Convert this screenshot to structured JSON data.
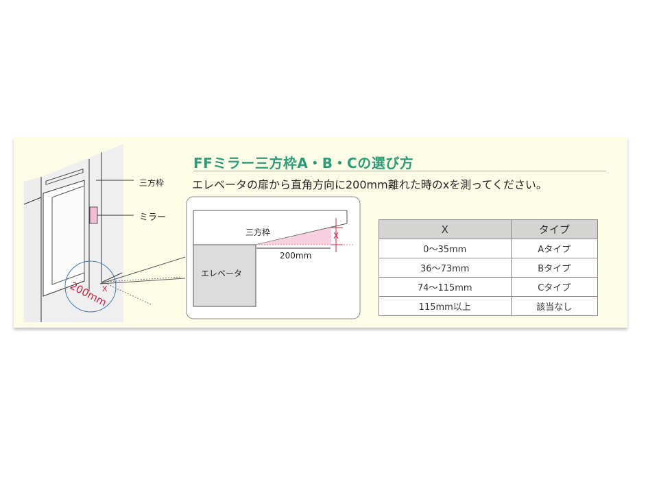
{
  "title": "FFミラー三方枠A・B・Cの選び方",
  "subtitle": "エレベータの扉から直角方向に200mm離れた時のxを測ってください。",
  "illustration": {
    "frame_label": "三方枠",
    "mirror_label": "ミラー",
    "distance_label": "200mm",
    "x_label": "X"
  },
  "detail": {
    "frame_label": "三方枠",
    "elevator_label": "エレベータ",
    "distance_label": "200mm",
    "x_label": "X"
  },
  "table": {
    "headers": [
      "X",
      "タイプ"
    ],
    "rows": [
      [
        "0～35mm",
        "Aタイプ"
      ],
      [
        "36～73mm",
        "Bタイプ"
      ],
      [
        "74～115mm",
        "Cタイプ"
      ],
      [
        "115mm以上",
        "該当なし"
      ]
    ]
  },
  "colors": {
    "title": "#2e9a7a",
    "accent": "#cc2244",
    "pink": "#f2c4d6",
    "panel": "#fdfde7"
  }
}
